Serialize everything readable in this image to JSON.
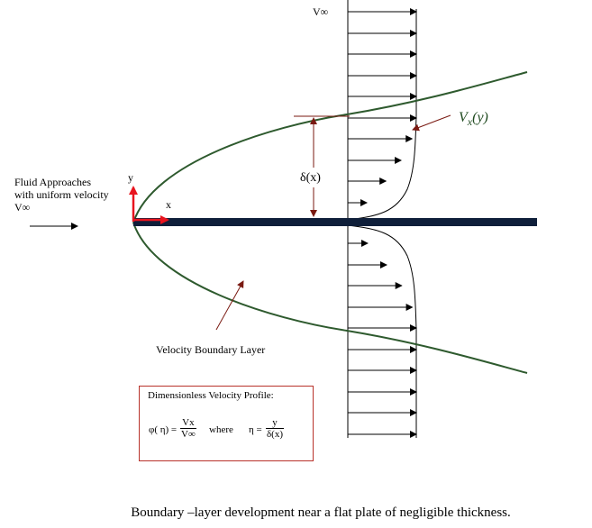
{
  "labels": {
    "v_inf_top": "V∞",
    "fluid_line1": "Fluid Approaches",
    "fluid_line2": "with uniform velocity",
    "fluid_line3": "V∞",
    "axis_y": "y",
    "axis_x": "x",
    "delta": "δ(x)",
    "vx_main": "V",
    "vx_sub": "x",
    "vx_arg": "(y)",
    "boundary_layer": "Velocity Boundary Layer",
    "caption": "Boundary –layer development near a flat plate of negligible thickness."
  },
  "profile_box": {
    "title": "Dimensionless Velocity Profile:",
    "phi": "φ( η) =",
    "phi_num": "Vx",
    "phi_den": "V∞",
    "where": "where",
    "eta": "η =",
    "eta_num": "y",
    "eta_den": "δ(x)"
  },
  "colors": {
    "plate": "#0f1f3a",
    "boundary_curve": "#2e5a2e",
    "pointer_arrow": "#b8322a",
    "axis_arrow": "#e8141e",
    "box_border": "#b8322a"
  }
}
